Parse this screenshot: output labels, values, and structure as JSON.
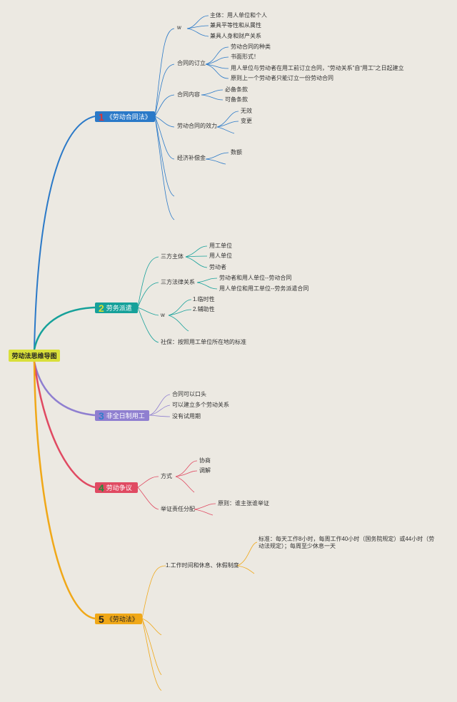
{
  "root": {
    "label": "劳动法思维导图"
  },
  "branches": [
    {
      "num": "1",
      "label": "《劳动合同法》",
      "color": "#2a79c8"
    },
    {
      "num": "2",
      "label": "劳务派遣",
      "color": "#16a19a"
    },
    {
      "num": "3",
      "label": "非全日制用工",
      "color": "#8f7fd0"
    },
    {
      "num": "4",
      "label": "劳动争议",
      "color": "#e04a62"
    },
    {
      "num": "5",
      "label": "《劳动法》",
      "color": "#f0a818"
    }
  ],
  "b1": {
    "w": "w",
    "w_items": [
      "主体：用人单位和个人",
      "兼具平等性和从属性",
      "兼具人身和财产关系"
    ],
    "conclude": "合同的订立",
    "conclude_items": [
      "劳动合同的种类",
      "书面形式！",
      "用人单位与劳动者在用工前订立合同，“劳动关系”自“用工”之日起建立",
      "原则上一个劳动者只能订立一份劳动合同"
    ],
    "content": "合同内容",
    "content_items": [
      "必备条款",
      "可备条款"
    ],
    "validity": "劳动合同的效力",
    "validity_items": [
      "无效",
      "变更"
    ],
    "comp": "经济补偿金",
    "comp_items": [
      "数额"
    ]
  },
  "b2": {
    "three_subjects": "三方主体",
    "three_subjects_items": [
      "用工单位",
      "用人单位",
      "劳动者"
    ],
    "three_relations": "三方法律关系",
    "three_relations_items": [
      "劳动者和用人单位--劳动合同",
      "用人单位和用工单位--劳务派遣合同"
    ],
    "w": "w",
    "w_items": [
      "1.临时性",
      "2.辅助性"
    ],
    "social": "社保：按照用工单位所在地的标准"
  },
  "b3": {
    "items": [
      "合同可以口头",
      "可以建立多个劳动关系",
      "没有试用期"
    ]
  },
  "b4": {
    "method": "方式",
    "method_items": [
      "协商",
      "调解"
    ],
    "burden": "举证责任分配",
    "burden_items": [
      "原则：谁主张谁举证"
    ]
  },
  "b5": {
    "work": "1.工作时间和休息、休假制度",
    "work_items": [
      "标准：每天工作8小时，每周工作40小时（国务院规定）或44小时（劳动法规定）；每周至少休息一天"
    ]
  },
  "colors": {
    "background": "#ece9e2",
    "root": "#d9df3a"
  }
}
